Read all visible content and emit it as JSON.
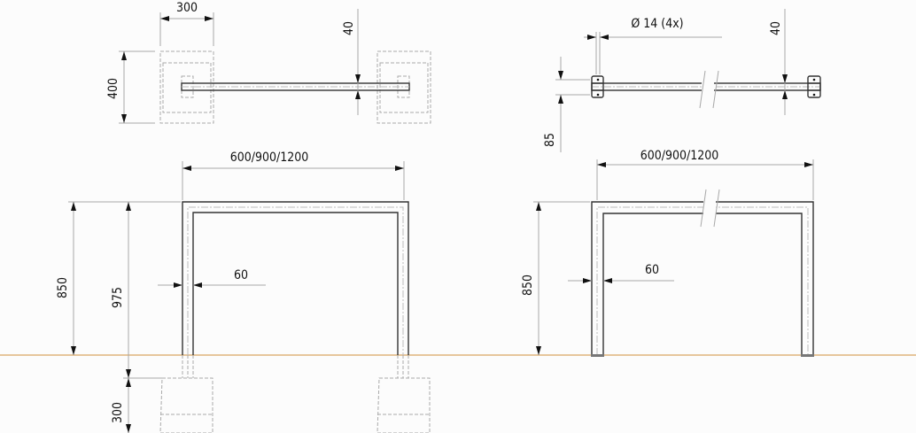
{
  "top_left_view": {
    "width_dim": "300",
    "depth_dim": "400",
    "tube_dim": "40"
  },
  "top_right_view": {
    "hole_dim": "Ø 14 (4x)",
    "plate_dim": "85",
    "tube_dim": "40"
  },
  "front_left_view": {
    "span_dim": "600/900/1200",
    "height_dim": "850",
    "total_height_dim": "975",
    "tube_width_dim": "60",
    "foundation_dim": "300"
  },
  "front_right_view": {
    "span_dim": "600/900/1200",
    "height_dim": "850",
    "tube_width_dim": "60"
  },
  "colors": {
    "ground_line": "#d9a563",
    "object_line": "#333333",
    "dimension_line": "#a8a8a8"
  }
}
